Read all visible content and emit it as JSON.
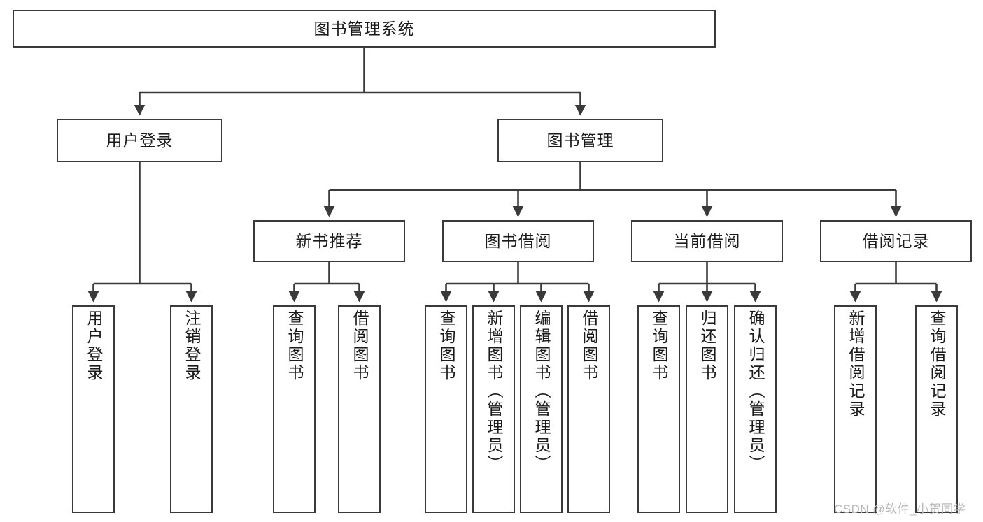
{
  "diagram": {
    "title": "图书管理系统",
    "type": "hierarchy-tree",
    "orientation": "top-down",
    "root": {
      "id": "root",
      "label": "图书管理系统",
      "text_direction": "horizontal"
    },
    "level1": [
      {
        "id": "user-login",
        "label": "用户登录",
        "text_direction": "horizontal"
      },
      {
        "id": "book-manage",
        "label": "图书管理",
        "text_direction": "horizontal"
      }
    ],
    "level2": [
      {
        "id": "new-book-recommend",
        "label": "新书推荐",
        "parent": "book-manage",
        "text_direction": "horizontal"
      },
      {
        "id": "book-borrow",
        "label": "图书借阅",
        "parent": "book-manage",
        "text_direction": "horizontal"
      },
      {
        "id": "current-borrow",
        "label": "当前借阅",
        "parent": "book-manage",
        "text_direction": "horizontal"
      },
      {
        "id": "borrow-record",
        "label": "借阅记录",
        "parent": "book-manage",
        "text_direction": "horizontal"
      }
    ],
    "leaves": [
      {
        "id": "leaf-user-login",
        "label": "用户登录",
        "parent": "user-login",
        "text_direction": "vertical"
      },
      {
        "id": "leaf-user-logout",
        "label": "注销登录",
        "parent": "user-login",
        "text_direction": "vertical"
      },
      {
        "id": "leaf-query-book-1",
        "label": "查询图书",
        "parent": "new-book-recommend",
        "text_direction": "vertical"
      },
      {
        "id": "leaf-borrow-book-1",
        "label": "借阅图书",
        "parent": "new-book-recommend",
        "text_direction": "vertical"
      },
      {
        "id": "leaf-query-book-2",
        "label": "查询图书",
        "parent": "book-borrow",
        "text_direction": "vertical"
      },
      {
        "id": "leaf-add-book",
        "label": "新增图书（管理员）",
        "parent": "book-borrow",
        "text_direction": "vertical"
      },
      {
        "id": "leaf-edit-book",
        "label": "编辑图书（管理员）",
        "parent": "book-borrow",
        "text_direction": "vertical"
      },
      {
        "id": "leaf-borrow-book-2",
        "label": "借阅图书",
        "parent": "book-borrow",
        "text_direction": "vertical"
      },
      {
        "id": "leaf-query-book-3",
        "label": "查询图书",
        "parent": "current-borrow",
        "text_direction": "vertical"
      },
      {
        "id": "leaf-return-book",
        "label": "归还图书",
        "parent": "current-borrow",
        "text_direction": "vertical"
      },
      {
        "id": "leaf-confirm-return",
        "label": "确认归还（管理员）",
        "parent": "current-borrow",
        "text_direction": "vertical"
      },
      {
        "id": "leaf-add-record",
        "label": "新增借阅记录",
        "parent": "borrow-record",
        "text_direction": "vertical"
      },
      {
        "id": "leaf-query-record",
        "label": "查询借阅记录",
        "parent": "borrow-record",
        "text_direction": "vertical"
      }
    ],
    "colors": {
      "stroke": "#3a3a3a",
      "fill": "#ffffff",
      "text": "#1a1a1a",
      "watermark": "#b9b9b9"
    }
  },
  "watermark": {
    "text": "CSDN @软件_小贺同学"
  }
}
